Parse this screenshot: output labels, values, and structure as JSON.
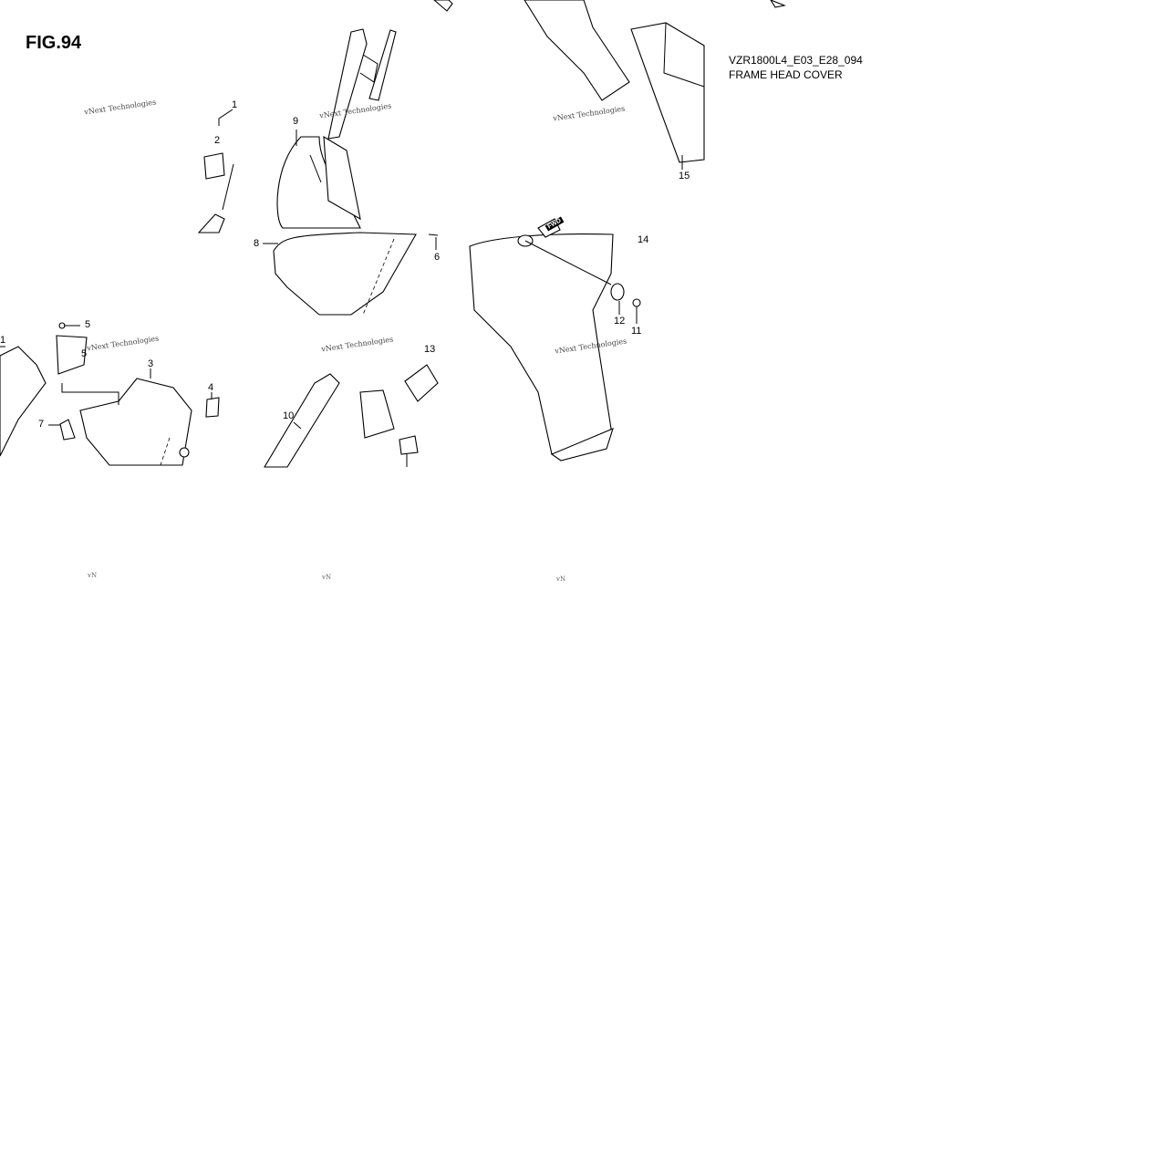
{
  "figure": {
    "title": "FIG.94",
    "code": "VZR1800L4_E03_E28_094",
    "name": "FRAME HEAD COVER"
  },
  "watermark": "vNext Technologies",
  "watermark_fragment": "vN",
  "fwd_label": "FWD",
  "callouts": [
    "1",
    "2",
    "3",
    "4",
    "5",
    "6",
    "7",
    "8",
    "9",
    "10",
    "11",
    "12",
    "13",
    "14",
    "15",
    "1",
    "5"
  ]
}
